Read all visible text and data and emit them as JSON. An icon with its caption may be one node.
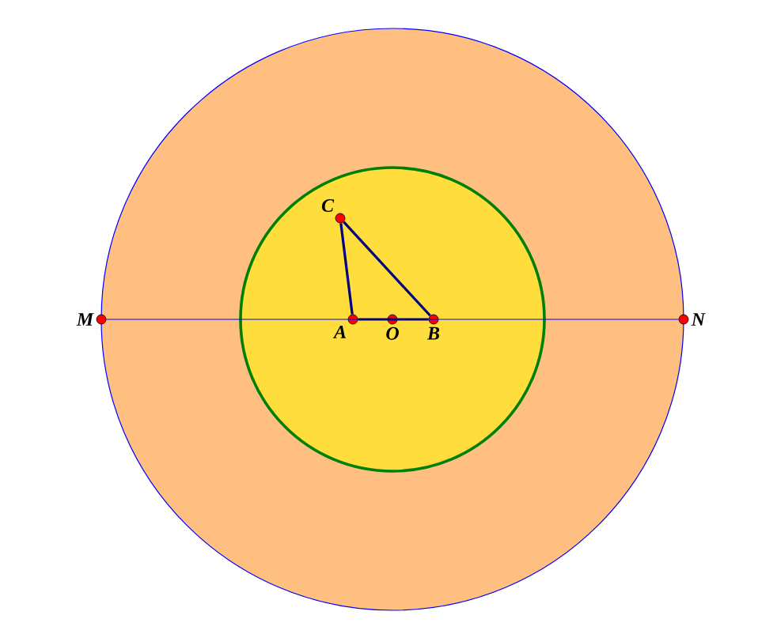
{
  "diagram": {
    "nodes": [
      {
        "text": [
          "C"
        ]
      },
      {
        "text": [
          "M"
        ]
      },
      {
        "text": [
          "A"
        ]
      },
      {
        "text": [
          "O"
        ]
      },
      {
        "text": [
          "B"
        ]
      },
      {
        "text": [
          "N"
        ]
      }
    ],
    "edges": [
      {
        "from": 1,
        "to": 5,
        "arrow": "none",
        "color": "#0000ff"
      },
      {
        "from": 2,
        "to": 0,
        "arrow": "none"
      },
      {
        "from": 0,
        "to": 4,
        "arrow": "none"
      },
      {
        "from": 2,
        "to": 4,
        "arrow": "none"
      }
    ]
  }
}
